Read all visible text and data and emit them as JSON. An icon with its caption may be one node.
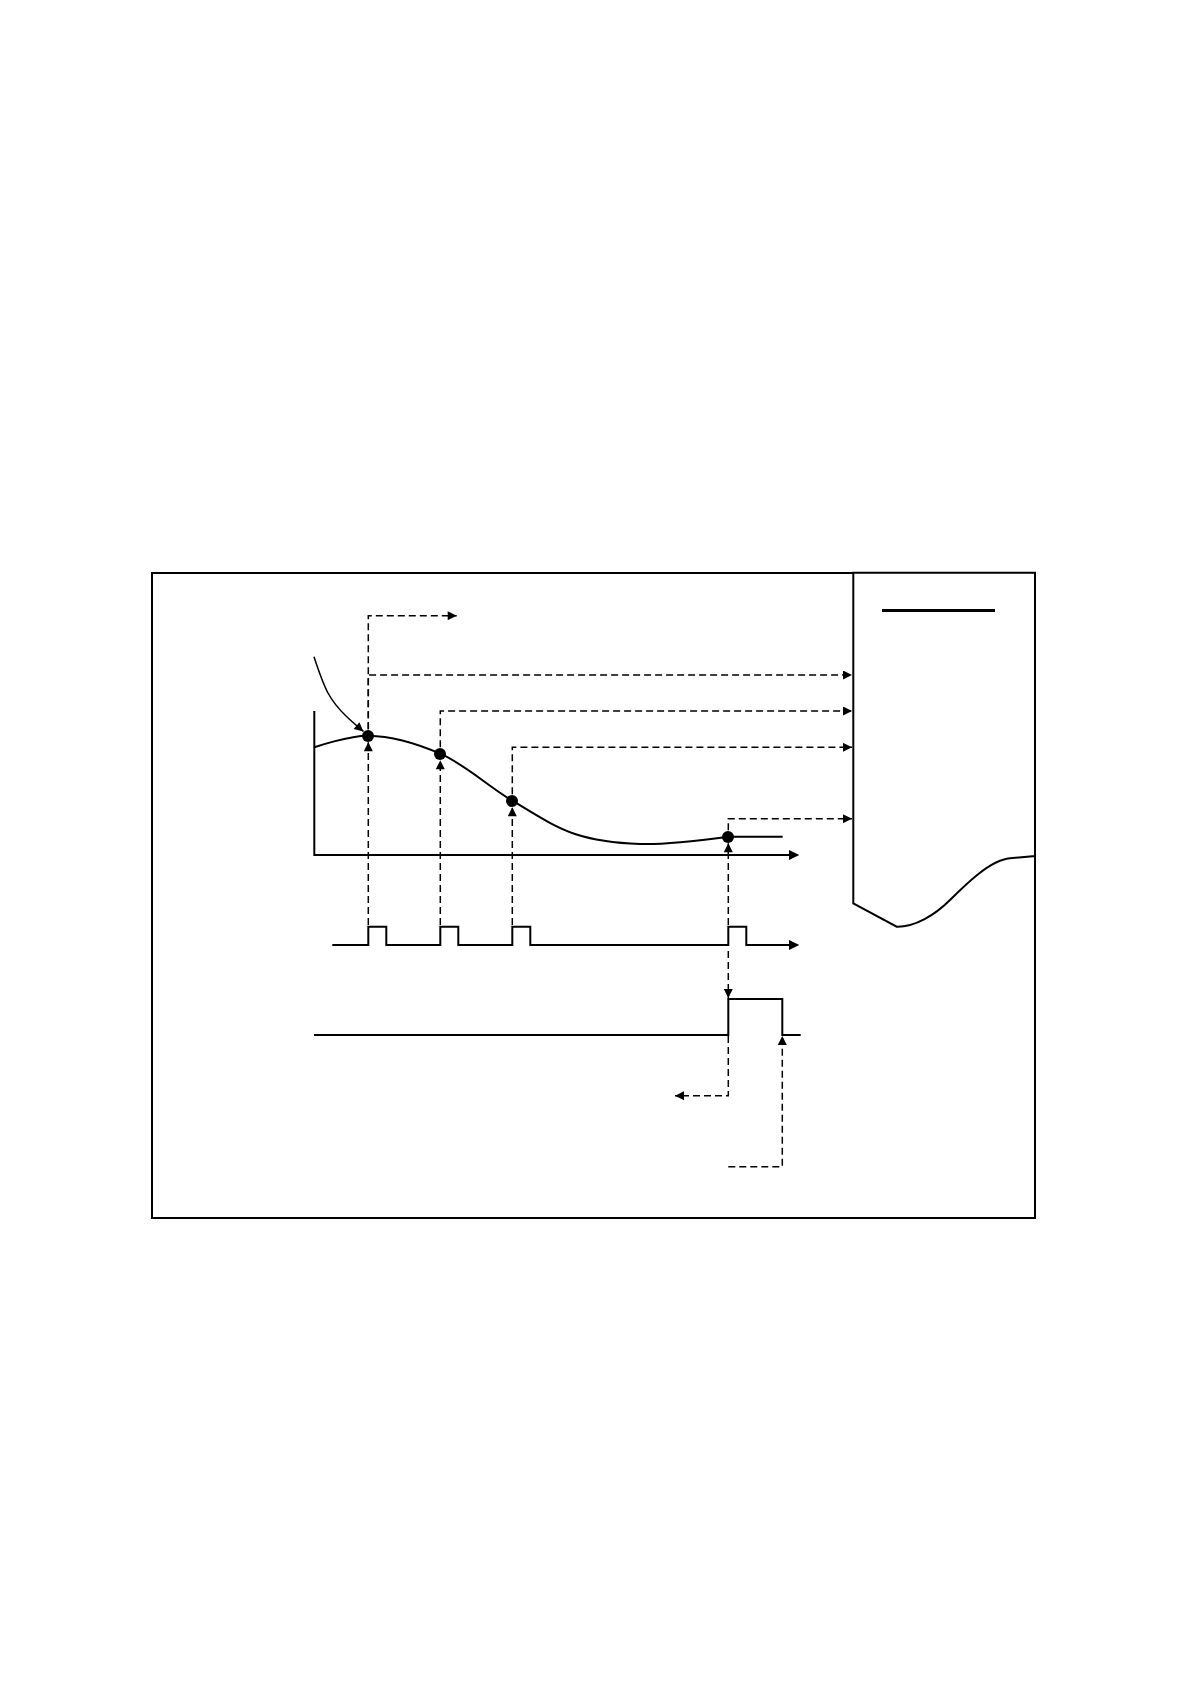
{
  "diagram": {
    "nodes": [
      {
        "text": [],
        "shape": "document"
      },
      {
        "text": [],
        "shape": "circle"
      },
      {
        "text": [],
        "shape": "circle"
      },
      {
        "text": [],
        "shape": "circle"
      },
      {
        "text": [],
        "shape": "circle"
      },
      {
        "text": [],
        "shape": "waveform"
      },
      {
        "text": [],
        "shape": "waveform"
      }
    ],
    "edges": [
      {
        "from": 1,
        "to": null,
        "arrow": "to",
        "style": "dashed"
      },
      {
        "from": 1,
        "to": 0,
        "arrow": "to",
        "style": "dashed"
      },
      {
        "from": 2,
        "to": 0,
        "arrow": "to",
        "style": "dashed"
      },
      {
        "from": 3,
        "to": 0,
        "arrow": "to",
        "style": "dashed"
      },
      {
        "from": 4,
        "to": 0,
        "arrow": "to",
        "style": "dashed"
      },
      {
        "from": null,
        "to": 1,
        "arrow": "to"
      },
      {
        "from": 5,
        "to": 1,
        "arrow": "to",
        "style": "dashed"
      },
      {
        "from": 5,
        "to": 2,
        "arrow": "to",
        "style": "dashed"
      },
      {
        "from": 5,
        "to": 3,
        "arrow": "to",
        "style": "dashed"
      },
      {
        "from": 5,
        "to": 4,
        "arrow": "to",
        "style": "dashed"
      },
      {
        "from": 5,
        "to": 6,
        "arrow": "to",
        "style": "dashed"
      },
      {
        "from": 6,
        "to": null,
        "arrow": "to",
        "style": "dashed"
      },
      {
        "from": null,
        "to": 6,
        "arrow": "to",
        "style": "dashed"
      }
    ]
  }
}
